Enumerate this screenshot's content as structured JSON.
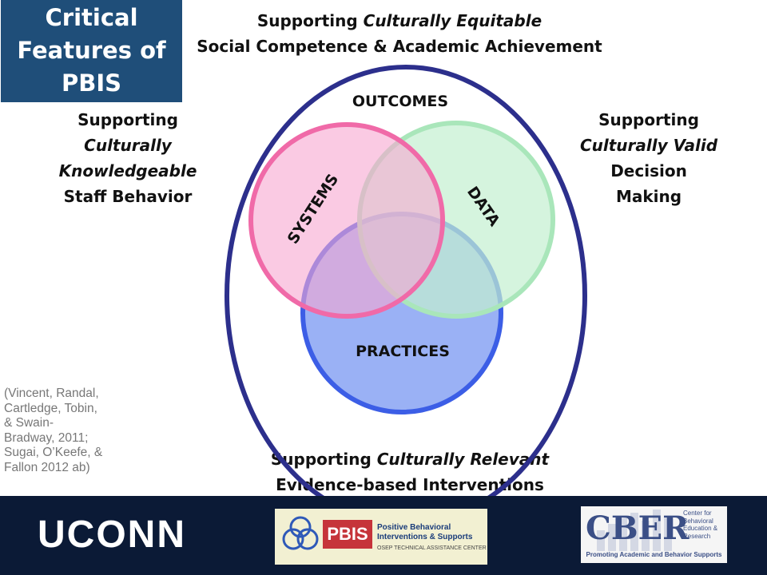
{
  "title": {
    "line1": "Critical",
    "line2": "Features of",
    "line3": "PBIS"
  },
  "captions": {
    "top": {
      "prefix": "Supporting ",
      "italic": "Culturally Equitable",
      "line2": "Social Competence & Academic Achievement"
    },
    "left": {
      "line1": "Supporting",
      "line2": "Culturally",
      "line3": "Knowledgeable",
      "line4": "Staff Behavior"
    },
    "right": {
      "line1": "Supporting",
      "line2": "Culturally Valid",
      "line3": "Decision",
      "line4": "Making"
    },
    "bottom": {
      "prefix": "Supporting ",
      "italic": "Culturally Relevant",
      "line2": "Evidence-based Interventions"
    }
  },
  "venn": {
    "outer_label": "OUTCOMES",
    "circles": [
      {
        "label": "SYSTEMS",
        "fill": "#f7a7d0",
        "stroke": "#f06aa8"
      },
      {
        "label": "DATA",
        "fill": "#c3efd0",
        "stroke": "#a9e6ba"
      },
      {
        "label": "PRACTICES",
        "fill": "#8fa8f4",
        "stroke": "#3c5ee6"
      }
    ],
    "outer_stroke": "#2c2f8c"
  },
  "citation": {
    "line1": "(Vincent, Randal,",
    "line2": "Cartledge, Tobin,",
    "line3": "& Swain-",
    "line4": "Bradway, 2011;",
    "line5": "Sugai, O’Keefe, &",
    "line6": "Fallon 2012 ab)"
  },
  "footer": {
    "background": "#0b1a36",
    "uconn": "UCONN",
    "pbis": {
      "word": "PBIS",
      "line1": "Positive Behavioral",
      "line2": "Interventions & Supports",
      "line3": "OSEP TECHNICAL ASSISTANCE CENTER"
    },
    "cber": {
      "word": "CBER",
      "side1": "Center for",
      "side2": "Behavioral",
      "side3": "Education &",
      "side4": "Research",
      "tagline": "Promoting Academic and Behavior Supports"
    }
  }
}
